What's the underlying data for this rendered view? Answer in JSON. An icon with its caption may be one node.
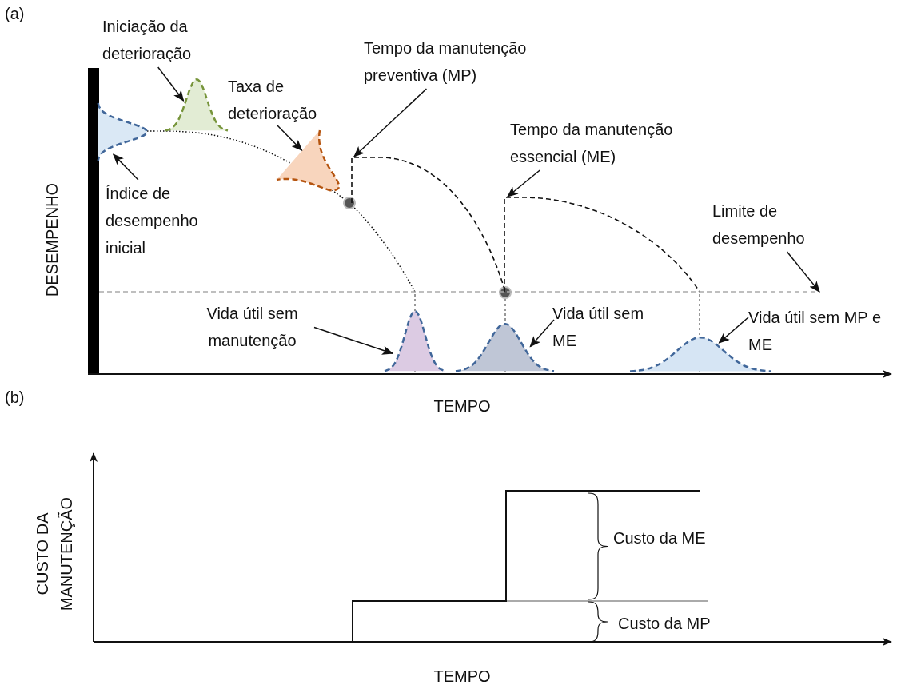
{
  "diagram": {
    "nodes": [
      {
        "text": [
          "Iniciação da deterioração"
        ]
      },
      {
        "text": [],
        "shape": "curve"
      },
      {
        "text": [
          "Taxa de deterioração"
        ]
      },
      {
        "text": [],
        "shape": "curve"
      },
      {
        "text": [],
        "shape": "curve"
      },
      {
        "text": [
          "Índice de desempenho inicial"
        ]
      },
      {
        "text": [
          "Tempo da manutenção preventiva (MP)"
        ]
      },
      {
        "text": [
          "Tempo da manutenção essencial (ME)"
        ]
      },
      {
        "text": [
          "Limite de desempenho"
        ]
      },
      {
        "text": [
          "Vida útil sem manutenção"
        ]
      },
      {
        "text": [],
        "shape": "curve"
      },
      {
        "text": [],
        "shape": "curve"
      },
      {
        "text": [
          "Vida útil sem ME"
        ]
      },
      {
        "text": [],
        "shape": "curve"
      },
      {
        "text": [
          "Vida útil sem MP e ME"
        ]
      },
      {
        "text": [],
        "shape": "line"
      },
      {
        "text": [],
        "shape": "line"
      },
      {
        "text": [],
        "shape": "line"
      }
    ],
    "edges": [
      {
        "from": 0,
        "to": 1,
        "arrow": "to"
      },
      {
        "from": 2,
        "to": 3,
        "arrow": "to"
      },
      {
        "from": 5,
        "to": 4,
        "arrow": "to"
      },
      {
        "from": 6,
        "to": 15,
        "arrow": "to"
      },
      {
        "from": 7,
        "to": 16,
        "arrow": "to"
      },
      {
        "from": 8,
        "to": 17,
        "arrow": "to"
      },
      {
        "from": 9,
        "to": 10,
        "arrow": "to"
      },
      {
        "from": 12,
        "to": 11,
        "arrow": "to"
      },
      {
        "from": 14,
        "to": 13,
        "arrow": "to"
      }
    ],
    "labels": [
      "(a)",
      "DESEMPENHO",
      "TEMPO",
      "(b)",
      "CUSTO DA MANUTENÇÃO",
      "Custo da ME",
      "Custo da MP",
      "TEMPO"
    ]
  }
}
